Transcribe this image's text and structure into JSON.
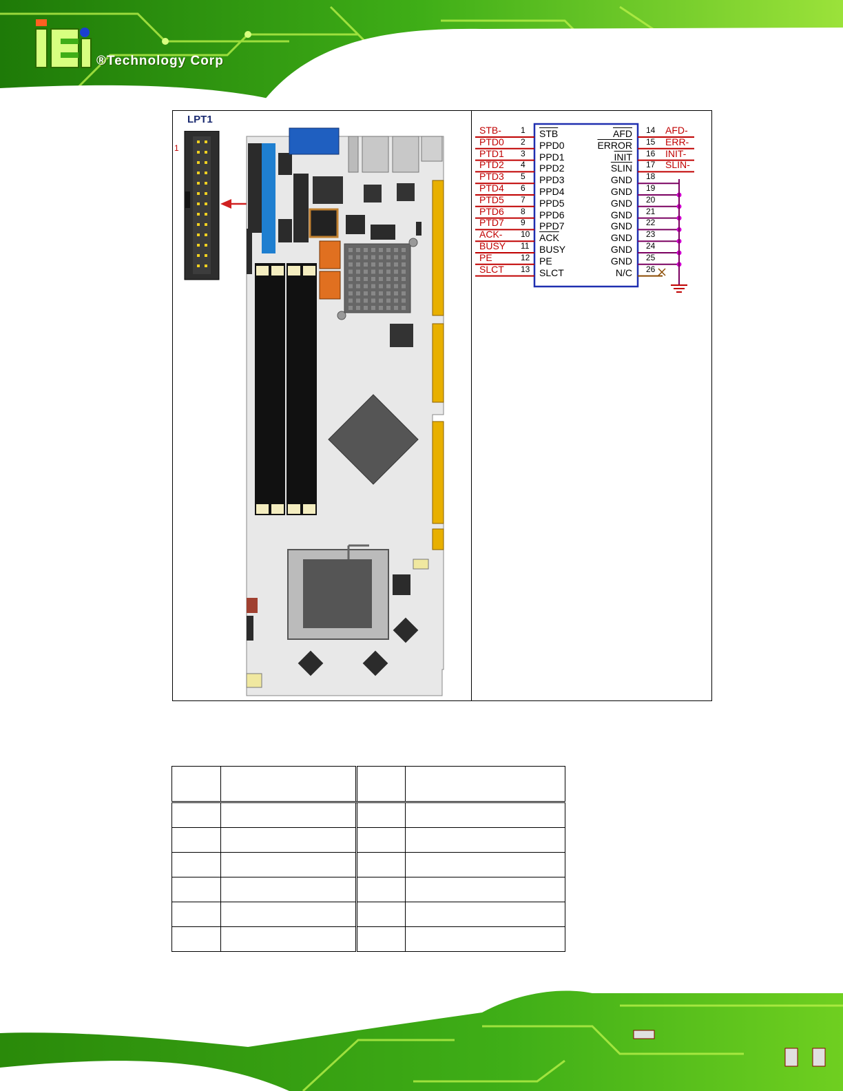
{
  "brand": {
    "logo_letters": "iEi",
    "tagline": "®Technology Corp"
  },
  "board": {
    "connector_label": "LPT1",
    "pin1_marker": "1"
  },
  "schematic": {
    "left_pins": [
      {
        "signal": "STB-",
        "num": "1",
        "inner": "STB",
        "overline": true
      },
      {
        "signal": "PTD0",
        "num": "2",
        "inner": "PPD0",
        "overline": false
      },
      {
        "signal": "PTD1",
        "num": "3",
        "inner": "PPD1",
        "overline": false
      },
      {
        "signal": "PTD2",
        "num": "4",
        "inner": "PPD2",
        "overline": false
      },
      {
        "signal": "PTD3",
        "num": "5",
        "inner": "PPD3",
        "overline": false
      },
      {
        "signal": "PTD4",
        "num": "6",
        "inner": "PPD4",
        "overline": false
      },
      {
        "signal": "PTD5",
        "num": "7",
        "inner": "PPD5",
        "overline": false
      },
      {
        "signal": "PTD6",
        "num": "8",
        "inner": "PPD6",
        "overline": false
      },
      {
        "signal": "PTD7",
        "num": "9",
        "inner": "PPD7",
        "overline": false
      },
      {
        "signal": "ACK-",
        "num": "10",
        "inner": "ACK",
        "overline": true
      },
      {
        "signal": "BUSY",
        "num": "11",
        "inner": "BUSY",
        "overline": false
      },
      {
        "signal": "PE",
        "num": "12",
        "inner": "PE",
        "overline": false
      },
      {
        "signal": "SLCT",
        "num": "13",
        "inner": "SLCT",
        "overline": false
      }
    ],
    "right_pins": [
      {
        "signal": "AFD-",
        "num": "14",
        "inner": "AFD",
        "overline": true
      },
      {
        "signal": "ERR-",
        "num": "15",
        "inner": "ERROR",
        "overline": true
      },
      {
        "signal": "INIT-",
        "num": "16",
        "inner": "INIT",
        "overline": true
      },
      {
        "signal": "SLIN-",
        "num": "17",
        "inner": "SLIN",
        "overline": true
      },
      {
        "signal": "",
        "num": "18",
        "inner": "GND",
        "overline": false
      },
      {
        "signal": "",
        "num": "19",
        "inner": "GND",
        "overline": false
      },
      {
        "signal": "",
        "num": "20",
        "inner": "GND",
        "overline": false
      },
      {
        "signal": "",
        "num": "21",
        "inner": "GND",
        "overline": false
      },
      {
        "signal": "",
        "num": "22",
        "inner": "GND",
        "overline": false
      },
      {
        "signal": "",
        "num": "23",
        "inner": "GND",
        "overline": false
      },
      {
        "signal": "",
        "num": "24",
        "inner": "GND",
        "overline": false
      },
      {
        "signal": "",
        "num": "25",
        "inner": "GND",
        "overline": false
      },
      {
        "signal": "",
        "num": "26",
        "inner": "N/C",
        "overline": false
      }
    ]
  },
  "colors": {
    "pcb_green": "#3fae17",
    "pcb_light": "#8fe02a",
    "signal_red": "#c00000",
    "box_blue": "#1f2fb0",
    "gnd_magenta": "#d000d0",
    "board_gray": "#e6e6e6"
  }
}
